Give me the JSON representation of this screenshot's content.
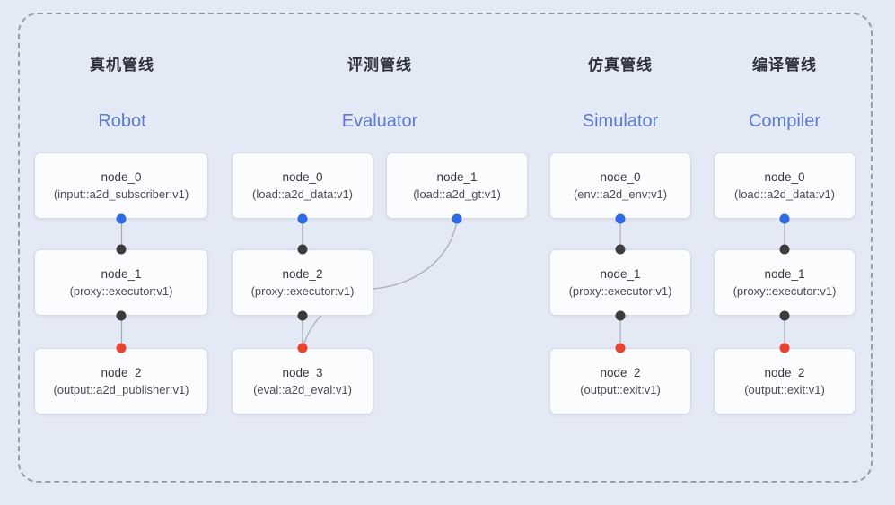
{
  "diagram": {
    "background": "#e4e9f6",
    "frame_border_color": "#969dac",
    "edge_color": "#a6abb6",
    "en_title_color": "#5b7ad0",
    "dot_colors": {
      "blue": "#2d6ae3",
      "dark": "#3c3c3e",
      "red": "#e9422e"
    },
    "pipelines": [
      {
        "id": "robot",
        "title_zh": "真机管线",
        "title_en": "Robot",
        "columns": [
          {
            "nodes": [
              {
                "name": "node_0",
                "type": "(input::a2d_subscriber:v1)",
                "row": 0,
                "dot_top": null,
                "dot_bottom": "blue"
              },
              {
                "name": "node_1",
                "type": "(proxy::executor:v1)",
                "row": 1,
                "dot_top": "dark",
                "dot_bottom": "dark"
              },
              {
                "name": "node_2",
                "type": "(output::a2d_publisher:v1)",
                "row": 2,
                "dot_top": "red",
                "dot_bottom": null
              }
            ]
          }
        ]
      },
      {
        "id": "evaluator",
        "title_zh": "评测管线",
        "title_en": "Evaluator",
        "columns": [
          {
            "nodes": [
              {
                "name": "node_0",
                "type": "(load::a2d_data:v1)",
                "row": 0,
                "dot_top": null,
                "dot_bottom": "blue"
              },
              {
                "name": "node_2",
                "type": "(proxy::executor:v1)",
                "row": 1,
                "dot_top": "dark",
                "dot_bottom": "dark"
              },
              {
                "name": "node_3",
                "type": "(eval::a2d_eval:v1)",
                "row": 2,
                "dot_top": "red",
                "dot_bottom": null
              }
            ]
          },
          {
            "nodes": [
              {
                "name": "node_1",
                "type": "(load::a2d_gt:v1)",
                "row": 0,
                "dot_top": null,
                "dot_bottom": "blue"
              }
            ]
          }
        ]
      },
      {
        "id": "simulator",
        "title_zh": "仿真管线",
        "title_en": "Simulator",
        "columns": [
          {
            "nodes": [
              {
                "name": "node_0",
                "type": "(env::a2d_env:v1)",
                "row": 0,
                "dot_top": null,
                "dot_bottom": "blue"
              },
              {
                "name": "node_1",
                "type": "(proxy::executor:v1)",
                "row": 1,
                "dot_top": "dark",
                "dot_bottom": "dark"
              },
              {
                "name": "node_2",
                "type": "(output::exit:v1)",
                "row": 2,
                "dot_top": "red",
                "dot_bottom": null
              }
            ]
          }
        ]
      },
      {
        "id": "compiler",
        "title_zh": "编译管线",
        "title_en": "Compiler",
        "columns": [
          {
            "nodes": [
              {
                "name": "node_0",
                "type": "(load::a2d_data:v1)",
                "row": 0,
                "dot_top": null,
                "dot_bottom": "blue"
              },
              {
                "name": "node_1",
                "type": "(proxy::executor:v1)",
                "row": 1,
                "dot_top": "dark",
                "dot_bottom": "dark"
              },
              {
                "name": "node_2",
                "type": "(output::exit:v1)",
                "row": 2,
                "dot_top": "red",
                "dot_bottom": null
              }
            ]
          }
        ]
      }
    ]
  }
}
